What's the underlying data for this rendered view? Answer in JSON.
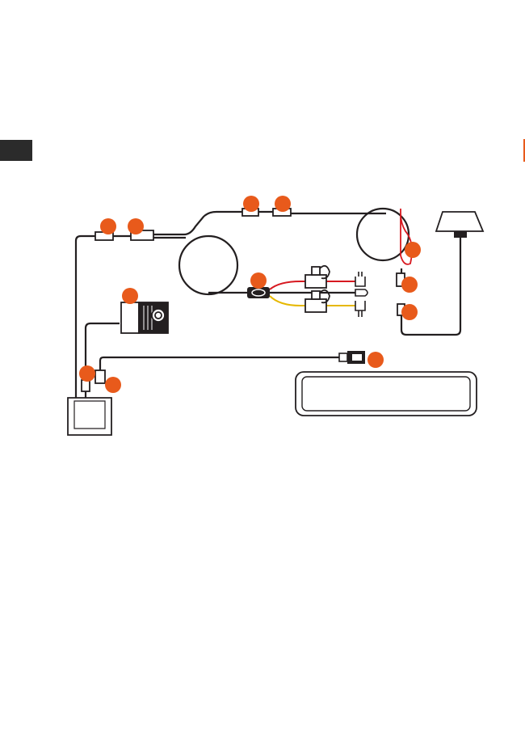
{
  "colors": {
    "marker": "#e85a1b",
    "cable": "#231f20",
    "power_wire": "#d71920",
    "acc_wire": "#e6b800",
    "side_tab": "#2b2b2b"
  },
  "markers": [
    {
      "id": "m1"
    },
    {
      "id": "m2"
    },
    {
      "id": "m3"
    },
    {
      "id": "m4"
    },
    {
      "id": "m5"
    },
    {
      "id": "m6"
    },
    {
      "id": "m7"
    },
    {
      "id": "m8"
    },
    {
      "id": "m9"
    },
    {
      "id": "m10"
    },
    {
      "id": "m11"
    },
    {
      "id": "m12"
    }
  ],
  "icons": [
    "rear-camera-icon",
    "gps-antenna-icon",
    "mirror-monitor-icon",
    "hardwire-kit-icon",
    "fuse-tap-icon",
    "ring-terminal-icon"
  ]
}
